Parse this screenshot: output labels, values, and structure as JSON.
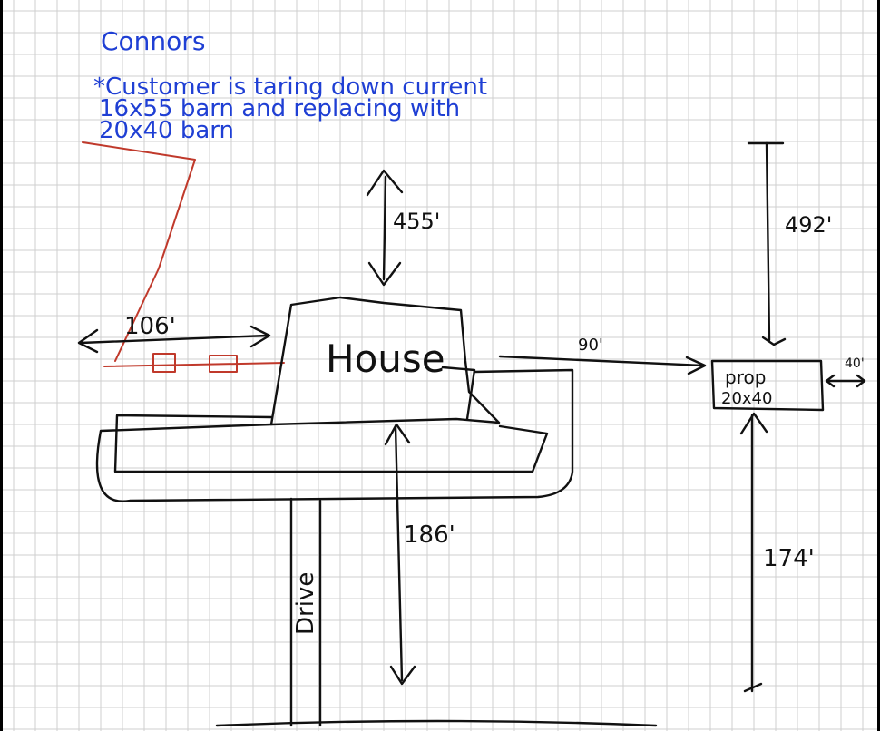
{
  "notes": {
    "customer_name": "Connors",
    "line1": "*Customer is taring down current",
    "line2": "16x55 barn and replacing with",
    "line3": "20x40 barn"
  },
  "labels": {
    "house": "House",
    "prop_line1": "prop",
    "prop_line2": "20x40",
    "drive": "Drive"
  },
  "dimensions": {
    "house_top": "455'",
    "right_top": "492'",
    "left_width": "106'",
    "house_to_prop": "90'",
    "prop_side": "40'",
    "house_bottom": "186'",
    "prop_bottom": "174'"
  },
  "colors": {
    "note_ink": "#1f3fd4",
    "sketch_ink": "#111111",
    "existing_barn": "#c0392b",
    "grid": "#cfcfcf"
  }
}
